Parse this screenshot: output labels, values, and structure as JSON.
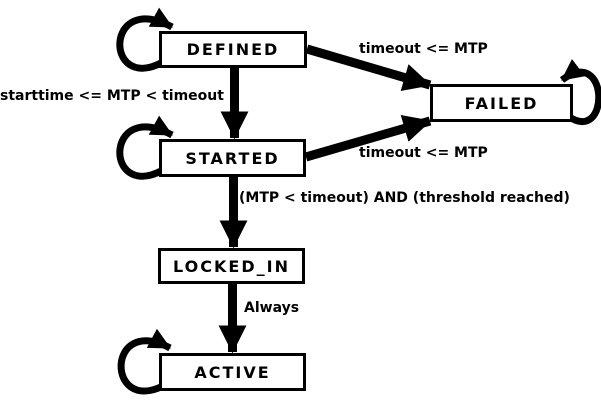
{
  "diagram": {
    "type": "state-machine",
    "background_color": "#ffffff",
    "stroke_color": "#000000",
    "box_fill_color": "#ffffff",
    "states": [
      {
        "label": "DEFINED",
        "self_loop": true
      },
      {
        "label": "STARTED",
        "self_loop": true
      },
      {
        "label": "FAILED",
        "self_loop": true
      },
      {
        "label": "LOCKED_IN",
        "self_loop": false
      },
      {
        "label": "ACTIVE",
        "self_loop": true
      }
    ],
    "transitions": [
      {
        "from": "DEFINED",
        "to": "FAILED",
        "label": "timeout <= MTP"
      },
      {
        "from": "DEFINED",
        "to": "STARTED",
        "label": "starttime <= MTP < timeout"
      },
      {
        "from": "STARTED",
        "to": "FAILED",
        "label": "timeout <= MTP"
      },
      {
        "from": "STARTED",
        "to": "LOCKED_IN",
        "label": "(MTP < timeout) AND (threshold reached)"
      },
      {
        "from": "LOCKED_IN",
        "to": "ACTIVE",
        "label": "Always"
      },
      {
        "from": "DEFINED",
        "to": "DEFINED",
        "label": ""
      },
      {
        "from": "STARTED",
        "to": "STARTED",
        "label": ""
      },
      {
        "from": "FAILED",
        "to": "FAILED",
        "label": ""
      },
      {
        "from": "ACTIVE",
        "to": "ACTIVE",
        "label": ""
      }
    ]
  }
}
